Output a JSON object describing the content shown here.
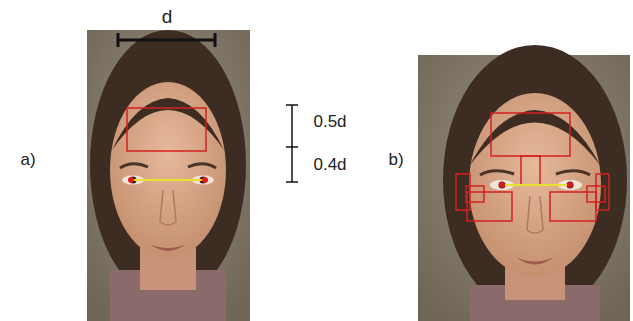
{
  "diagram": {
    "labels": [
      "d",
      "0.5d",
      "0.4d",
      "a)",
      "b)"
    ]
  }
}
